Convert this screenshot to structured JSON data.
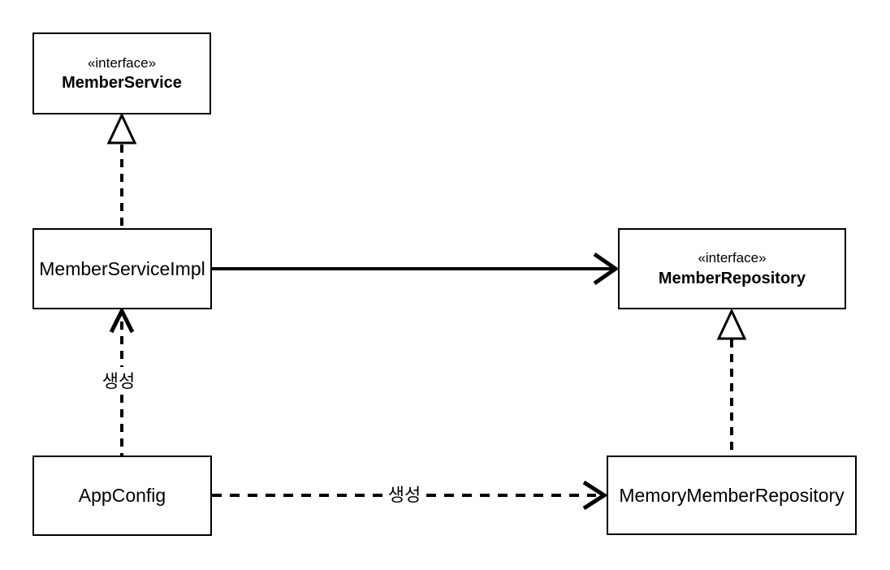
{
  "colors": {
    "ink": "#000000",
    "background": "#ffffff"
  },
  "nodes": {
    "member_service": {
      "stereotype": "«interface»",
      "name": "MemberService"
    },
    "member_service_impl": {
      "name": "MemberServiceImpl"
    },
    "member_repository": {
      "stereotype": "«interface»",
      "name": "MemberRepository"
    },
    "app_config": {
      "name": "AppConfig"
    },
    "memory_member_repository": {
      "name": "MemoryMemberRepository"
    }
  },
  "edges": {
    "impl_realizes_service": {
      "from": "MemberServiceImpl",
      "to": "MemberService",
      "line": "dashed",
      "arrowhead": "hollow-triangle"
    },
    "impl_depends_on_repository": {
      "from": "MemberServiceImpl",
      "to": "MemberRepository",
      "line": "solid",
      "arrowhead": "open"
    },
    "appconfig_creates_impl": {
      "from": "AppConfig",
      "to": "MemberServiceImpl",
      "line": "dashed",
      "arrowhead": "open",
      "label": "생성"
    },
    "appconfig_creates_memory_repository": {
      "from": "AppConfig",
      "to": "MemoryMemberRepository",
      "line": "dashed",
      "arrowhead": "open",
      "label": "생성"
    },
    "memory_realizes_repository": {
      "from": "MemoryMemberRepository",
      "to": "MemberRepository",
      "line": "dashed",
      "arrowhead": "hollow-triangle"
    }
  }
}
